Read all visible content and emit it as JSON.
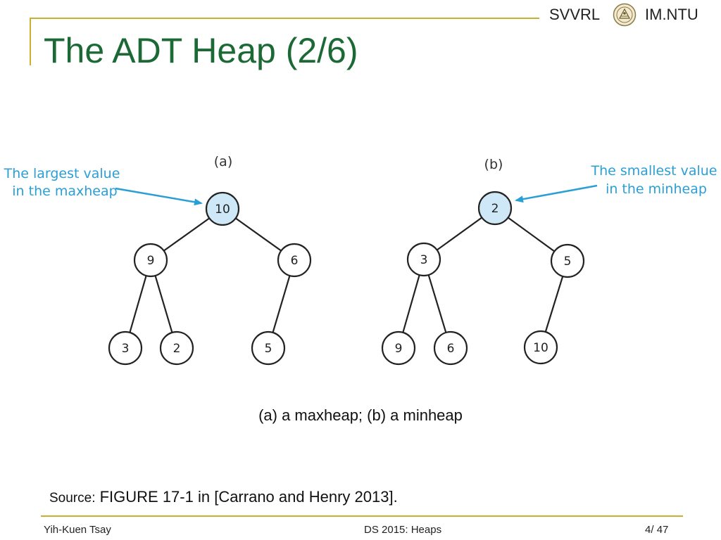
{
  "header": {
    "brand_left": "SVVRL",
    "brand_right": "IM.NTU",
    "logo": "university-seal-icon"
  },
  "slide": {
    "title": "The ADT Heap (2/6)"
  },
  "figure": {
    "maxheap": {
      "label": "(a)",
      "annotation_lines": [
        "The largest value",
        "in the maxheap"
      ],
      "nodes": [
        "10",
        "9",
        "6",
        "3",
        "2",
        "5"
      ]
    },
    "minheap": {
      "label": "(b)",
      "annotation_lines": [
        "The smallest value",
        "in the minheap"
      ],
      "nodes": [
        "2",
        "3",
        "5",
        "9",
        "6",
        "10"
      ]
    },
    "caption": "(a) a maxheap; (b) a minheap",
    "source_prefix": "Source:",
    "source_text": " FIGURE 17-1 in [Carrano and Henry 2013]."
  },
  "footer": {
    "author": "Yih-Kuen Tsay",
    "course": "DS 2015: Heaps",
    "page": "4",
    "total": "47"
  },
  "colors": {
    "title": "#1b6a35",
    "rule": "#c8b032",
    "annotation": "#2a9fd6",
    "highlight_node": "#cfe8f7"
  }
}
